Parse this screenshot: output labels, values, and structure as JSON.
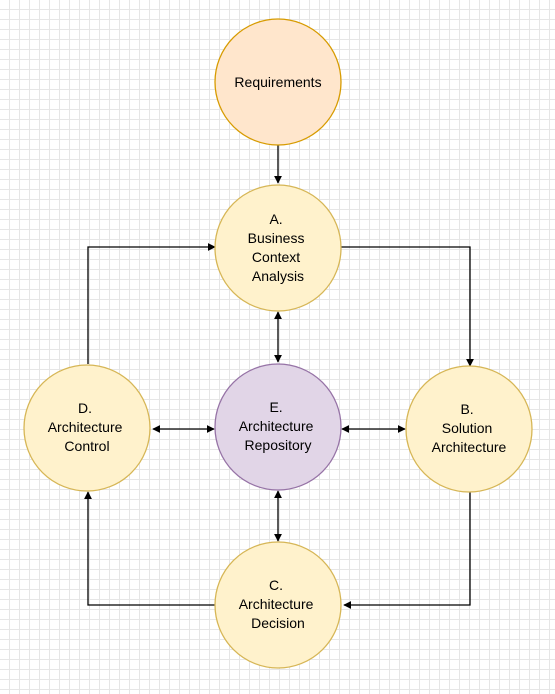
{
  "nodes": {
    "requirements": {
      "lines": [
        "Requirements"
      ],
      "fill": "#ffe6cc",
      "stroke": "#d79b00"
    },
    "business_context": {
      "lines": [
        "A.",
        "Business",
        "Context",
        "Analysis"
      ],
      "fill": "#fff2cc",
      "stroke": "#d6b656"
    },
    "solution_architecture": {
      "lines": [
        "B.",
        "Solution",
        "Architecture"
      ],
      "fill": "#fff2cc",
      "stroke": "#d6b656"
    },
    "architecture_decision": {
      "lines": [
        "C.",
        "Architecture",
        "Decision"
      ],
      "fill": "#fff2cc",
      "stroke": "#d6b656"
    },
    "architecture_control": {
      "lines": [
        "D.",
        "Architecture",
        "Control"
      ],
      "fill": "#fff2cc",
      "stroke": "#d6b656"
    },
    "architecture_repository": {
      "lines": [
        "E.",
        "Architecture",
        "Repository"
      ],
      "fill": "#e1d5e7",
      "stroke": "#9673a6"
    }
  },
  "edges": [
    {
      "from": "requirements",
      "to": "business_context",
      "direction": "forward"
    },
    {
      "from": "business_context",
      "to": "solution_architecture",
      "direction": "forward"
    },
    {
      "from": "solution_architecture",
      "to": "architecture_decision",
      "direction": "forward"
    },
    {
      "from": "architecture_decision",
      "to": "architecture_control",
      "direction": "forward"
    },
    {
      "from": "architecture_control",
      "to": "business_context",
      "direction": "forward"
    },
    {
      "from": "architecture_repository",
      "to": "business_context",
      "direction": "both"
    },
    {
      "from": "architecture_repository",
      "to": "solution_architecture",
      "direction": "both"
    },
    {
      "from": "architecture_repository",
      "to": "architecture_decision",
      "direction": "both"
    },
    {
      "from": "architecture_repository",
      "to": "architecture_control",
      "direction": "both"
    }
  ],
  "edge_color": "#000000"
}
